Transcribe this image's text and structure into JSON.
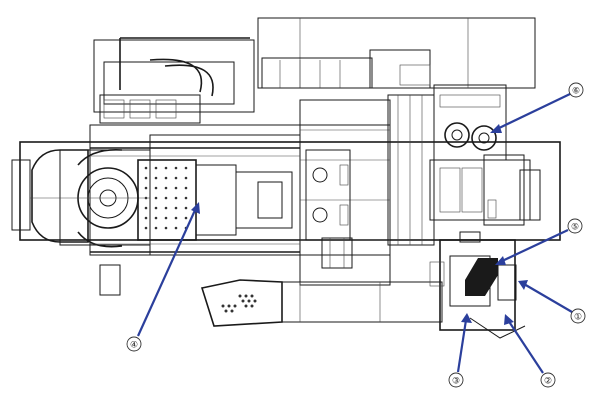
{
  "callouts": [
    {
      "id": "callout-1",
      "label": "①"
    },
    {
      "id": "callout-2",
      "label": "②"
    },
    {
      "id": "callout-3",
      "label": "③"
    },
    {
      "id": "callout-4",
      "label": "④"
    },
    {
      "id": "callout-5",
      "label": "⑤"
    },
    {
      "id": "callout-6",
      "label": "⑥"
    }
  ],
  "colors": {
    "line": "#1a1a1a",
    "arrow": "#2b3f9c",
    "background": "#ffffff"
  }
}
